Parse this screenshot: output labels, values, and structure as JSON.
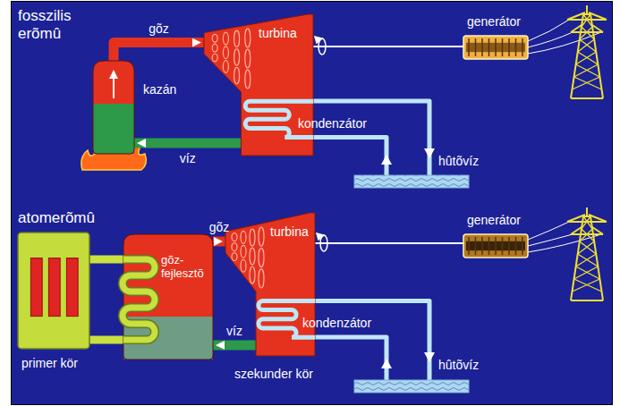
{
  "diagram": {
    "nodes": [
      {
        "text": [
          "kazán"
        ]
      },
      {
        "text": [
          "turbina",
          "kondenzátor"
        ]
      },
      {
        "text": [
          "generátor"
        ]
      },
      {
        "text": [
          "primer kör"
        ]
      },
      {
        "text": [
          "gõz- fejlesztõ"
        ]
      },
      {
        "text": [
          "turbina",
          "kondenzátor"
        ]
      },
      {
        "text": [
          "generátor"
        ]
      }
    ],
    "edges": [
      {
        "from": 0,
        "to": 1,
        "arrow": "to",
        "label": "gõz"
      },
      {
        "from": 1,
        "to": 0,
        "arrow": "to",
        "label": "víz"
      },
      {
        "from": 1,
        "to": 2,
        "arrow": "none"
      },
      {
        "from": 3,
        "to": 4,
        "arrow": "none"
      },
      {
        "from": 4,
        "to": 3,
        "arrow": "none"
      },
      {
        "from": 4,
        "to": 5,
        "arrow": "to",
        "label": "gõz"
      },
      {
        "from": 5,
        "to": 4,
        "arrow": "to",
        "label": "víz"
      },
      {
        "from": 5,
        "to": 6,
        "arrow": "none"
      }
    ],
    "labels": [
      "fosszilis erõmû",
      "hûtõvíz",
      "atomerõmû",
      "szekunder kör",
      "hûtõvíz"
    ]
  }
}
